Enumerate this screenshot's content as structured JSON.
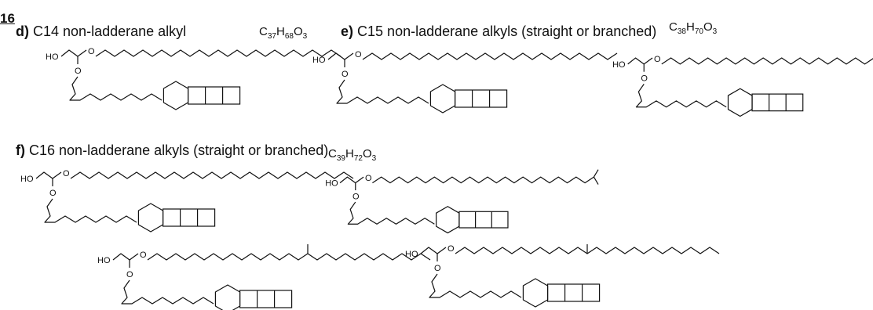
{
  "figure_number": "16",
  "panels": {
    "d": {
      "letter": "d)",
      "title": "C14 non-ladderane alkyl",
      "formula": {
        "C": "37",
        "H": "68",
        "O": "3"
      }
    },
    "e": {
      "letter": "e)",
      "title": "C15 non-ladderane alkyls (straight or branched)",
      "formula": {
        "C": "38",
        "H": "70",
        "O": "3"
      }
    },
    "f": {
      "letter": "f)",
      "title": "C16 non-ladderane alkyls (straight or branched)",
      "formula": {
        "C": "39",
        "H": "72",
        "O": "3"
      }
    }
  },
  "atoms": {
    "hydroxyl": "HO",
    "oxygen": "O"
  }
}
